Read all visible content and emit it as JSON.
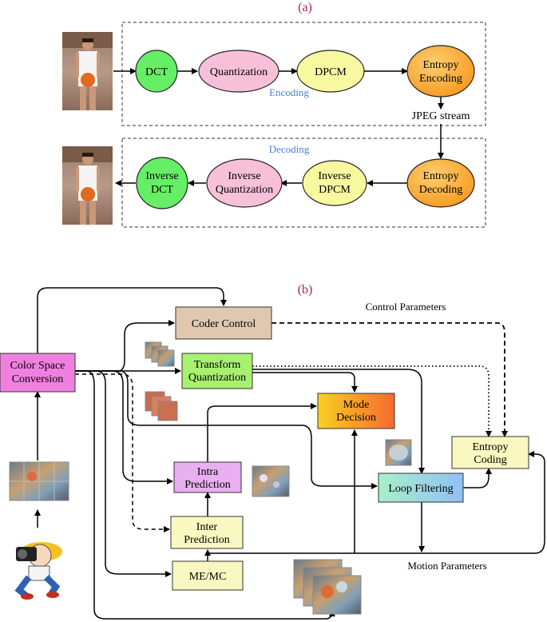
{
  "panel_a": {
    "label": "(a)",
    "encoding_label": "Encoding",
    "decoding_label": "Decoding",
    "stream_label": "JPEG stream",
    "enc": {
      "dct": "DCT",
      "quant": "Quantization",
      "dpcm": "DPCM",
      "entropy_1": "Entropy",
      "entropy_2": "Encoding"
    },
    "dec": {
      "entropy_1": "Entropy",
      "entropy_2": "Decoding",
      "idpcm_1": "Inverse",
      "idpcm_2": "DPCM",
      "iquant_1": "Inverse",
      "iquant_2": "Quantization",
      "idct_1": "Inverse",
      "idct_2": "DCT"
    },
    "colors": {
      "dct": "#66ee66",
      "quant": "#f8c0d8",
      "dpcm": "#f8f8a0",
      "entropy": "#f8a020",
      "encoding_text": "#4a7fe0"
    }
  },
  "panel_b": {
    "label": "(b)",
    "control_params": "Control Parameters",
    "motion_params": "Motion Parameters",
    "color_space_1": "Color Space",
    "color_space_2": "Conversion",
    "coder_control": "Coder Control",
    "transform_1": "Transform",
    "transform_2": "Quantization",
    "mode_1": "Mode",
    "mode_2": "Decision",
    "entropy_1": "Entropy",
    "entropy_2": "Coding",
    "intra_1": "Intra",
    "intra_2": "Prediction",
    "loop": "Loop Filtering",
    "inter_1": "Inter",
    "inter_2": "Prediction",
    "memc": "ME/MC",
    "colors": {
      "color_space": "#f080e0",
      "coder_control": "#e0c8b0",
      "transform": "#a8f070",
      "entropy": "#f8f8c0",
      "intra": "#e8b0f0",
      "inter": "#f8f8c0",
      "memc": "#f8f8c0"
    }
  }
}
